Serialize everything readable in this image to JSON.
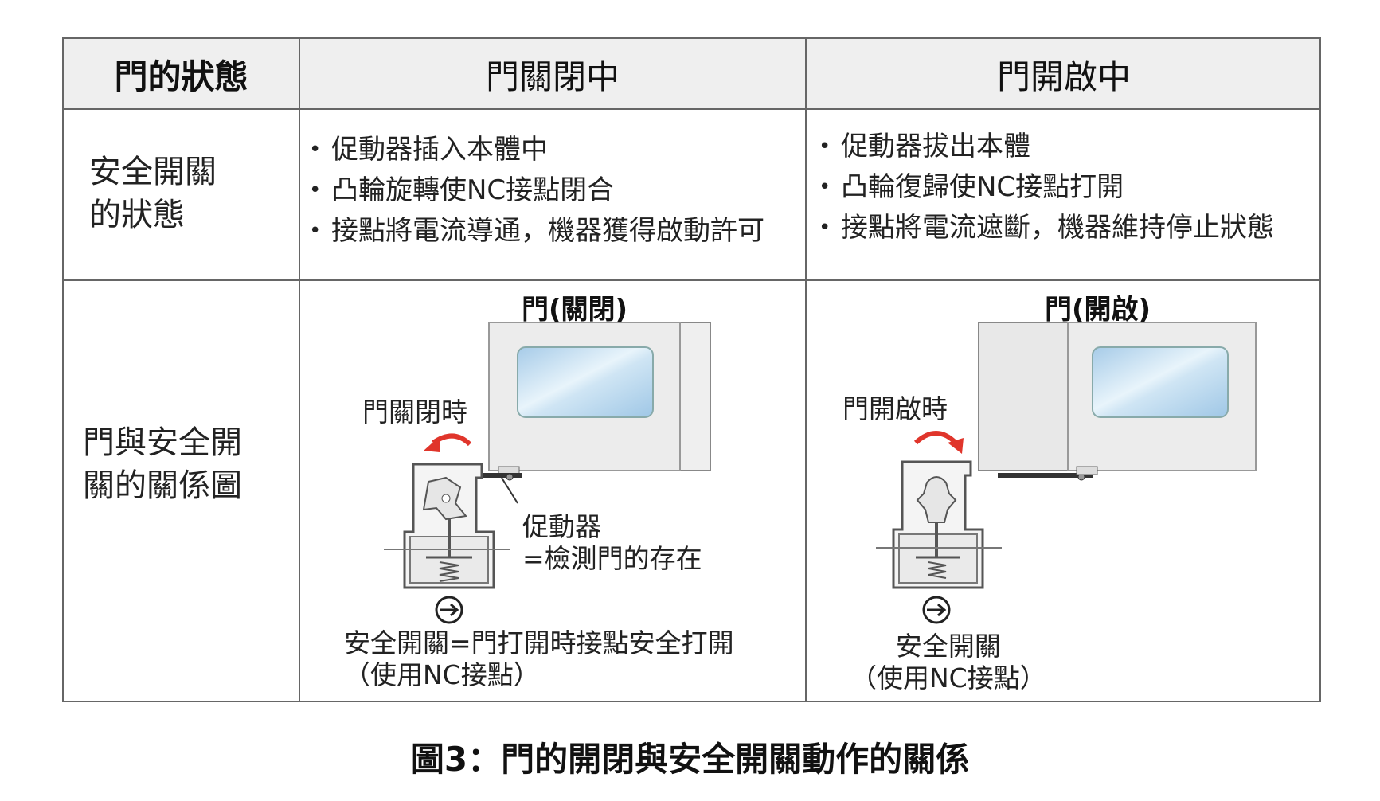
{
  "table": {
    "headers": [
      "門的狀態",
      "門關閉中",
      "門開啟中"
    ],
    "row1_label": [
      "安全開關",
      "的狀態"
    ],
    "closed_bullets": [
      "促動器插入本體中",
      "凸輪旋轉使NC接點閉合",
      "接點將電流導通，機器獲得啟動許可"
    ],
    "open_bullets": [
      "促動器拔出本體",
      "凸輪復歸使NC接點打開",
      "接點將電流遮斷，機器維持停止狀態"
    ],
    "row2_label": [
      "門與安全開",
      "關的關係圖"
    ]
  },
  "diagram_closed": {
    "title": "門(關閉)",
    "action_label": "門關閉時",
    "actuator_label": [
      "促動器",
      "=檢測門的存在"
    ],
    "switch_label": [
      "安全開關=門打開時接點安全打開",
      "（使用NC接點）"
    ]
  },
  "diagram_open": {
    "title": "門(開啟)",
    "action_label": "門開啟時",
    "switch_label": [
      "安全開關",
      "（使用NC接點）"
    ]
  },
  "caption": "圖3：門的開閉與安全開關動作的關係",
  "colors": {
    "border": "#666666",
    "header_bg": "#efefef",
    "arrow": "#e0352b",
    "glass": "#bcd9ef"
  }
}
